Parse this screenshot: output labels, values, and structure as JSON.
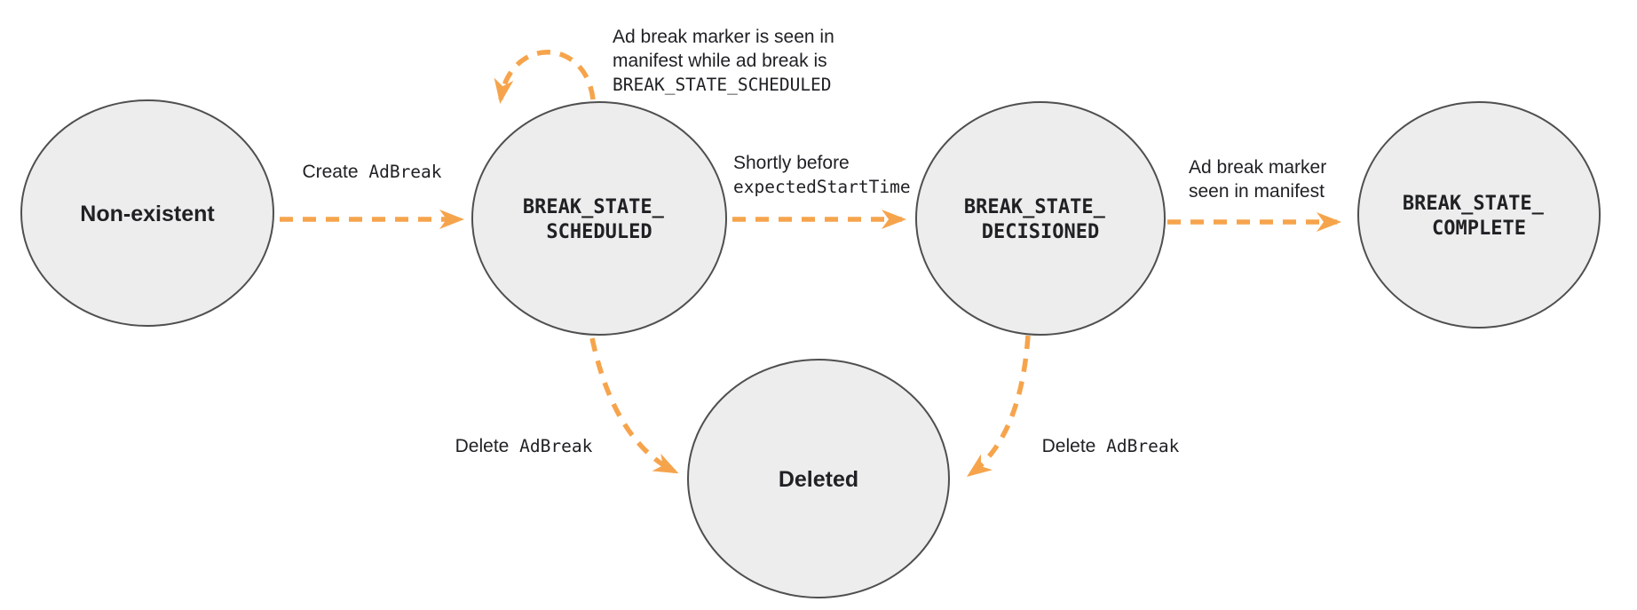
{
  "colors": {
    "node_fill": "#ededed",
    "node_stroke": "#4f4f4f",
    "arrow": "#f6a44c",
    "text": "#202124"
  },
  "states": {
    "non_existent": {
      "label": "Non-existent"
    },
    "scheduled": {
      "line1": "BREAK_STATE_",
      "line2": "SCHEDULED"
    },
    "decisioned": {
      "line1": "BREAK_STATE_",
      "line2": "DECISIONED"
    },
    "complete": {
      "line1": "BREAK_STATE_",
      "line2": "COMPLETE"
    },
    "deleted": {
      "label": "Deleted"
    }
  },
  "edges": {
    "create": {
      "plain": "Create",
      "code": "AdBreak"
    },
    "self_loop": {
      "line1": "Ad break marker is seen in",
      "line2": "manifest while ad break is",
      "line3": "BREAK_STATE_SCHEDULED"
    },
    "decision": {
      "line1": "Shortly before",
      "code": "expectedStartTime"
    },
    "to_complete": {
      "line1": "Ad break marker",
      "line2": "seen in manifest"
    },
    "delete_left": {
      "plain": "Delete",
      "code": "AdBreak"
    },
    "delete_right": {
      "plain": "Delete",
      "code": "AdBreak"
    }
  }
}
